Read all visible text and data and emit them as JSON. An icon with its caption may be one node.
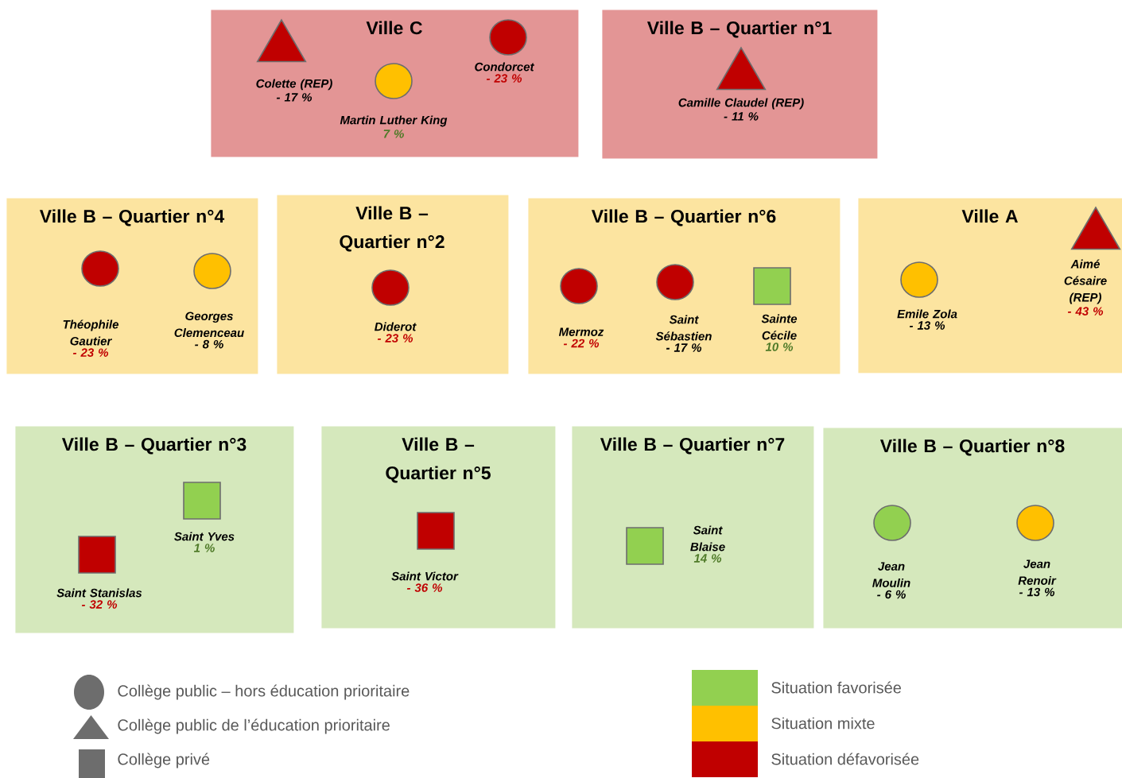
{
  "diagram": {
    "nodes": [
      {
        "text": [
          "Ville C"
        ]
      },
      {
        "text": [],
        "shape": "triangle",
        "in": 0,
        "beside": [
          "Colette (REP)",
          "- 17 %"
        ]
      },
      {
        "text": [],
        "shape": "circle",
        "in": 0,
        "beside": [
          "Martin Luther King",
          "7 %"
        ]
      },
      {
        "text": [],
        "shape": "circle",
        "in": 0,
        "beside": [
          "Condorcet",
          "- 23 %"
        ]
      },
      {
        "text": [
          "Ville B – Quartier n°1"
        ]
      },
      {
        "text": [],
        "shape": "triangle",
        "in": 4,
        "beside": [
          "Camille Claudel (REP)",
          "- 11 %"
        ]
      },
      {
        "text": [
          "Ville B – Quartier n°4"
        ]
      },
      {
        "text": [],
        "shape": "circle",
        "in": 6,
        "beside": [
          "Théophile Gautier",
          "- 23 %"
        ]
      },
      {
        "text": [],
        "shape": "circle",
        "in": 6,
        "beside": [
          "Georges Clemenceau",
          "- 8 %"
        ]
      },
      {
        "text": [
          "Ville B – Quartier n°2"
        ]
      },
      {
        "text": [],
        "shape": "circle",
        "in": 9,
        "beside": [
          "Diderot",
          "- 23 %"
        ]
      },
      {
        "text": [
          "Ville B – Quartier n°6"
        ]
      },
      {
        "text": [],
        "shape": "circle",
        "in": 11,
        "beside": [
          "Mermoz",
          "- 22 %"
        ]
      },
      {
        "text": [],
        "shape": "circle",
        "in": 11,
        "beside": [
          "Saint Sébastien",
          "- 17 %"
        ]
      },
      {
        "text": [],
        "shape": "box",
        "in": 11,
        "beside": [
          "Sainte Cécile",
          "10 %"
        ]
      },
      {
        "text": [
          "Ville A"
        ]
      },
      {
        "text": [],
        "shape": "circle",
        "in": 15,
        "beside": [
          "Emile Zola",
          "- 13 %"
        ]
      },
      {
        "text": [],
        "shape": "triangle",
        "in": 15,
        "beside": [
          "Aimé Césaire (REP)",
          "- 43 %"
        ]
      },
      {
        "text": [
          "Ville B – Quartier n°3"
        ]
      },
      {
        "text": [],
        "shape": "box",
        "in": 18,
        "beside": [
          "Saint Yves",
          "1 %"
        ]
      },
      {
        "text": [],
        "shape": "box",
        "in": 18,
        "beside": [
          "Saint Stanislas",
          "- 32 %"
        ]
      },
      {
        "text": [
          "Ville B – Quartier n°5"
        ]
      },
      {
        "text": [],
        "shape": "box",
        "in": 21,
        "beside": [
          "Saint Victor",
          "- 36 %"
        ]
      },
      {
        "text": [
          "Ville B – Quartier n°7"
        ]
      },
      {
        "text": [],
        "shape": "box",
        "in": 23,
        "beside": [
          "Saint Blaise",
          "14 %"
        ]
      },
      {
        "text": [
          "Ville B – Quartier n°8"
        ]
      },
      {
        "text": [],
        "shape": "circle",
        "in": 25,
        "beside": [
          "Jean Moulin",
          "- 6 %"
        ]
      },
      {
        "text": [],
        "shape": "circle",
        "in": 25,
        "beside": [
          "Jean Renoir",
          "- 13 %"
        ]
      }
    ],
    "legend": [
      {
        "text": "Collège public – hors éducation prioritaire"
      },
      {
        "text": "Collège public de l’éducation prioritaire"
      },
      {
        "text": "Collège privé"
      },
      {
        "text": "Situation favorisée",
        "color": "#92d050"
      },
      {
        "text": "Situation mixte",
        "color": "#ffc000"
      },
      {
        "text": "Situation défavorisée",
        "color": "#c00000"
      }
    ]
  }
}
